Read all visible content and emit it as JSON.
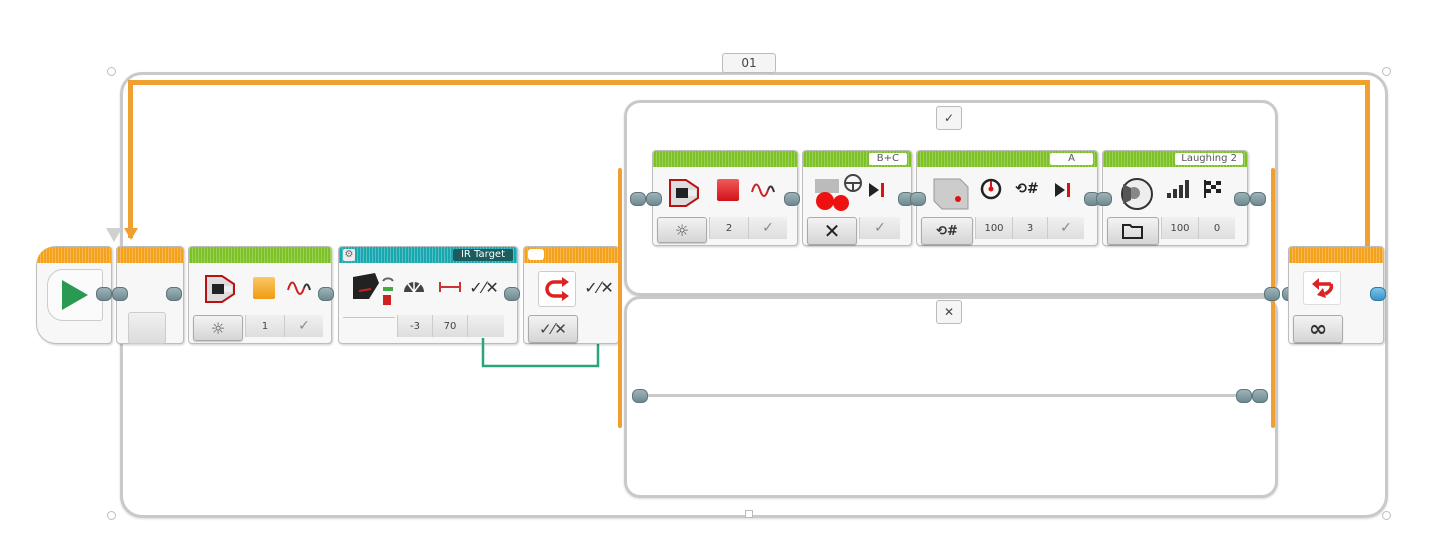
{
  "loop": {
    "name_label": "01",
    "mode": "Unlimited",
    "mode_icon": "infinity-icon",
    "exit_icon": "loop-interrupt-icon"
  },
  "start_block": {
    "icon": "play-icon",
    "color": "#2a9a52"
  },
  "brick_light_1": {
    "mode_icon": "bulb-icon",
    "color_value": "1",
    "color_swatch": "#f4a521",
    "pulse": "✓"
  },
  "ir_sensor": {
    "header_label": "IR Target",
    "channel_icon": "ir-channel-icon",
    "heading": "-3",
    "proximity": "70",
    "detected_icon": "compare-result-icon"
  },
  "switch": {
    "mode_icon": "compare-result-icon",
    "true_case_tab": "✓",
    "false_case_tab": "✕"
  },
  "true_case": {
    "brick_light": {
      "mode_icon": "bulb-icon",
      "color_value": "2",
      "color_swatch": "#e0191e",
      "pulse": "✓"
    },
    "move_steering": {
      "header_label": "B+C",
      "mode_icon": "off-icon",
      "brake": "✓"
    },
    "medium_motor": {
      "header_label": "A",
      "mode_icon": "rotations-icon",
      "power": "100",
      "rotations": "3",
      "brake": "✓"
    },
    "sound": {
      "header_label": "Laughing 2",
      "mode_icon": "folder-icon",
      "volume": "100",
      "play_type": "0"
    }
  },
  "colors": {
    "loop_orange": "#f0a030",
    "action_green": "#7cc226",
    "sensor_teal": "#1aa8b0",
    "flow_orange": "#f4a21c",
    "wire_green": "#2aa47a"
  }
}
